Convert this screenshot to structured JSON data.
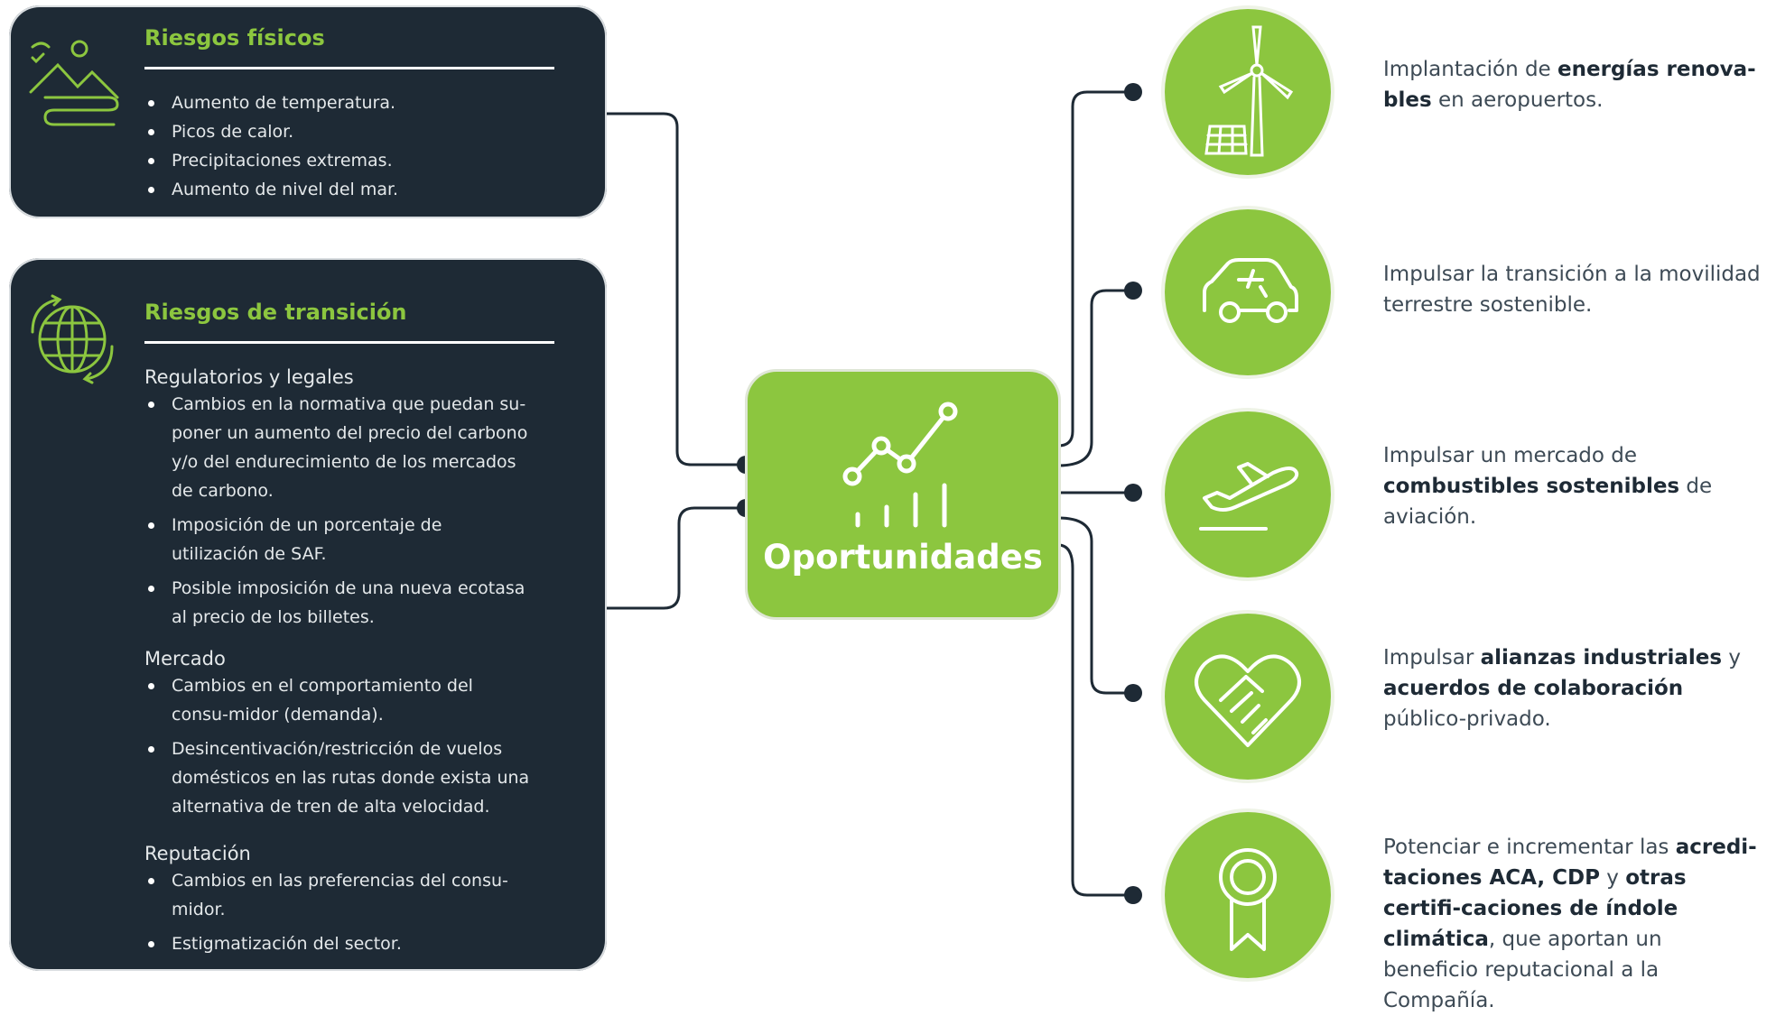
{
  "colors": {
    "dark": "#1e2a35",
    "green": "#8cc63f",
    "text": "#3d4a55"
  },
  "physical": {
    "title": "Riesgos físicos",
    "icon": "landscape-icon",
    "items": [
      "Aumento de temperatura.",
      "Picos de calor.",
      "Precipitaciones extremas.",
      "Aumento de nivel del mar."
    ]
  },
  "transition": {
    "title": "Riesgos de transición",
    "icon": "globe-arrows-icon",
    "groups": [
      {
        "label": "Regulatorios y legales",
        "items": [
          "Cambios en la normativa que puedan su-poner un aumento del precio del carbono y/o del endurecimiento de los mercados de carbono.",
          "Imposición de un porcentaje de utilización de SAF.",
          "Posible imposición de una nueva ecotasa al precio de los billetes."
        ]
      },
      {
        "label": "Mercado",
        "items": [
          "Cambios en el comportamiento del consu-midor (demanda).",
          "Desincentivación/restricción de vuelos domésticos en las rutas donde exista una alternativa de tren de alta velocidad."
        ]
      },
      {
        "label": "Reputación",
        "items": [
          "Cambios en las preferencias del consu-midor.",
          "Estigmatización del sector."
        ]
      }
    ]
  },
  "center": {
    "label": "Oportunidades",
    "icon": "growth-chart-icon"
  },
  "opportunities": [
    {
      "icon": "wind-solar-icon",
      "parts": [
        {
          "text": "Implantación de ",
          "bold": false
        },
        {
          "text": "energías renova-bles",
          "bold": true
        },
        {
          "text": " en aeropuertos.",
          "bold": false
        }
      ]
    },
    {
      "icon": "electric-car-icon",
      "parts": [
        {
          "text": "Impulsar la transición a la movilidad terrestre sostenible.",
          "bold": false
        }
      ]
    },
    {
      "icon": "plane-takeoff-icon",
      "parts": [
        {
          "text": "Impulsar un mercado de ",
          "bold": false
        },
        {
          "text": "combustibles sostenibles",
          "bold": true
        },
        {
          "text": " de aviación.",
          "bold": false
        }
      ]
    },
    {
      "icon": "handshake-heart-icon",
      "parts": [
        {
          "text": "Impulsar ",
          "bold": false
        },
        {
          "text": "alianzas industriales",
          "bold": true
        },
        {
          "text": " y ",
          "bold": false
        },
        {
          "text": "acuerdos de colaboración",
          "bold": true
        },
        {
          "text": " público-privado.",
          "bold": false
        }
      ]
    },
    {
      "icon": "award-ribbon-icon",
      "parts": [
        {
          "text": "Potenciar e incrementar las ",
          "bold": false
        },
        {
          "text": "acredi-taciones ACA, CDP",
          "bold": true
        },
        {
          "text": " y ",
          "bold": false
        },
        {
          "text": "otras certifi-caciones de índole climática",
          "bold": true
        },
        {
          "text": ", que aportan un beneficio reputacional a la Compañía.",
          "bold": false
        }
      ]
    }
  ]
}
